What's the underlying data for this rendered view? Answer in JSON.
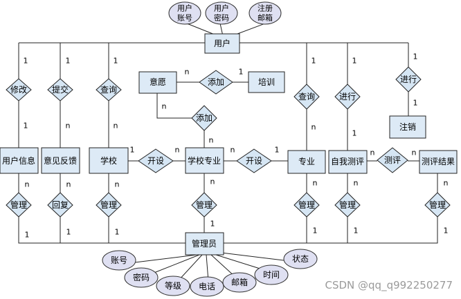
{
  "entities": {
    "user": "用户",
    "user_info": "用户信息",
    "feedback": "意见反馈",
    "school": "学校",
    "school_major": "学校专业",
    "major": "专业",
    "self_eval": "自我测评",
    "eval_result": "测评结果",
    "admin": "管理员",
    "wish": "意愿",
    "training": "培训",
    "cancel": "注销"
  },
  "relationships": {
    "modify": "修改",
    "submit": "提交",
    "query_school": "查询",
    "add_training": "添加",
    "add_major": "添加",
    "query_major": "查询",
    "conduct_eval": "进行",
    "conduct_cancel": "进行",
    "open_school": "开设",
    "open_major": "开设",
    "evaluate": "测评",
    "manage_user_info": "管理",
    "reply": "回复",
    "manage_school": "管理",
    "manage_school_major": "管理",
    "manage_major": "管理",
    "manage_self_eval": "管理",
    "manage_eval_result": "管理"
  },
  "user_attrs": {
    "account": [
      "用户",
      "账号"
    ],
    "password": [
      "用户",
      "密码"
    ],
    "email": [
      "注册",
      "邮箱"
    ]
  },
  "admin_attrs": {
    "account": "账号",
    "password": "密码",
    "level": "等级",
    "phone": "电话",
    "email": "邮箱",
    "time": "时间",
    "status": "状态"
  },
  "cardinality": {
    "one": "1",
    "many": "n"
  },
  "watermark": "CSDN @qq_q992250277"
}
